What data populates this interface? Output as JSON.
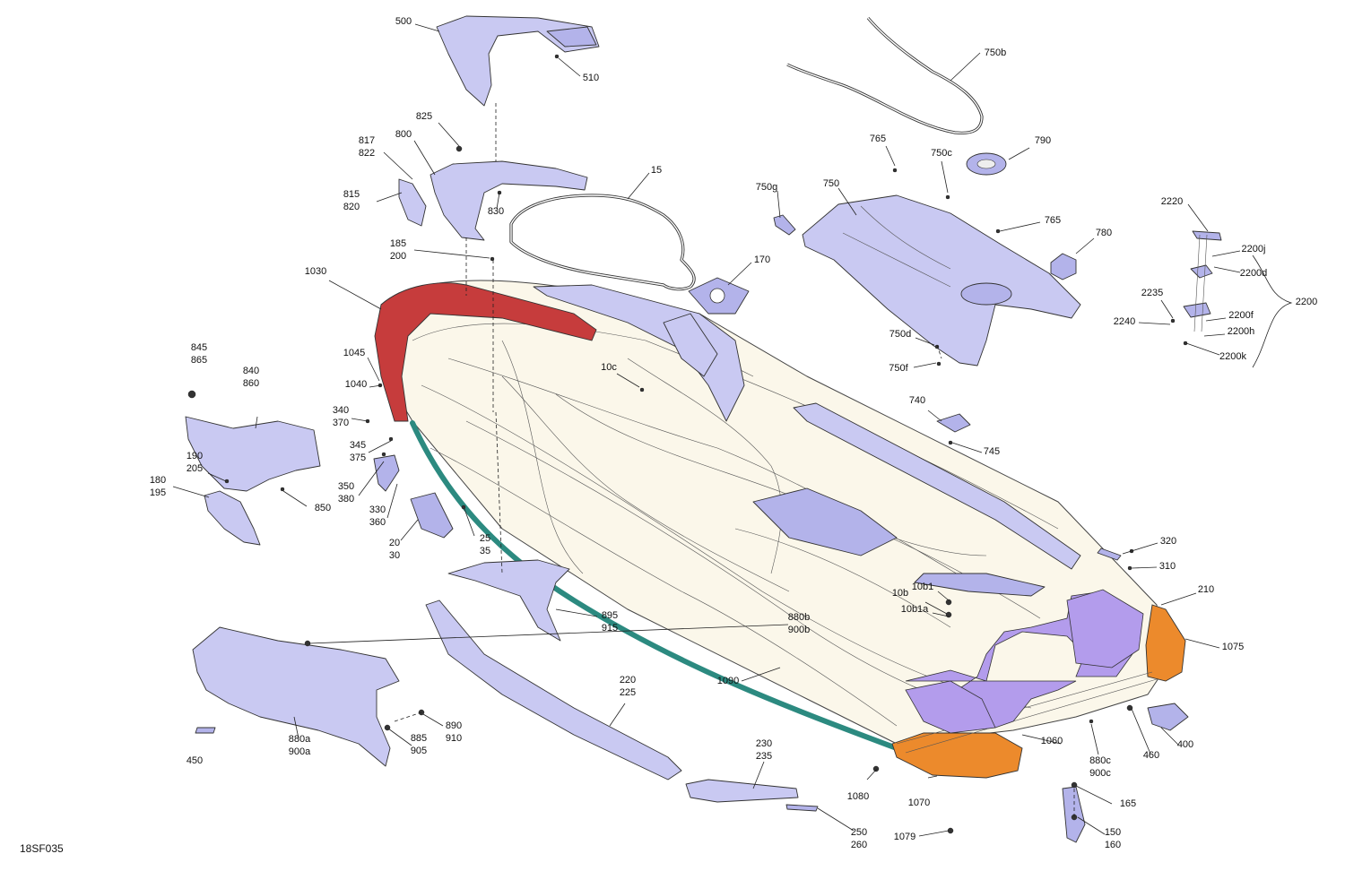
{
  "diagram": {
    "drawing_code": "18SF035",
    "callouts": [
      "500",
      "510",
      "750b",
      "825",
      "817\n822",
      "800",
      "815\n820",
      "830",
      "15",
      "765",
      "750c",
      "790",
      "750g",
      "750",
      "765",
      "780",
      "2220",
      "2200j",
      "2200d",
      "2200",
      "2235",
      "2240",
      "2200f",
      "2200h",
      "2200k",
      "185\n200",
      "170",
      "1030",
      "750d",
      "750f",
      "845\n865",
      "1045",
      "10c",
      "840\n860",
      "1040",
      "740",
      "340\n370",
      "745",
      "345\n375",
      "190\n205",
      "180\n195",
      "350\n380",
      "850",
      "330\n360",
      "20\n30",
      "25\n35",
      "320",
      "310",
      "210",
      "10b1",
      "10b",
      "10b1a",
      "880b\n900b",
      "895\n915",
      "1075",
      "220\n225",
      "1090",
      "890\n910",
      "880a\n900a",
      "885\n905",
      "400",
      "880c\n900c",
      "460",
      "450",
      "1060",
      "230\n235",
      "165",
      "1080",
      "1070",
      "150\n160",
      "250\n260",
      "1079"
    ]
  }
}
